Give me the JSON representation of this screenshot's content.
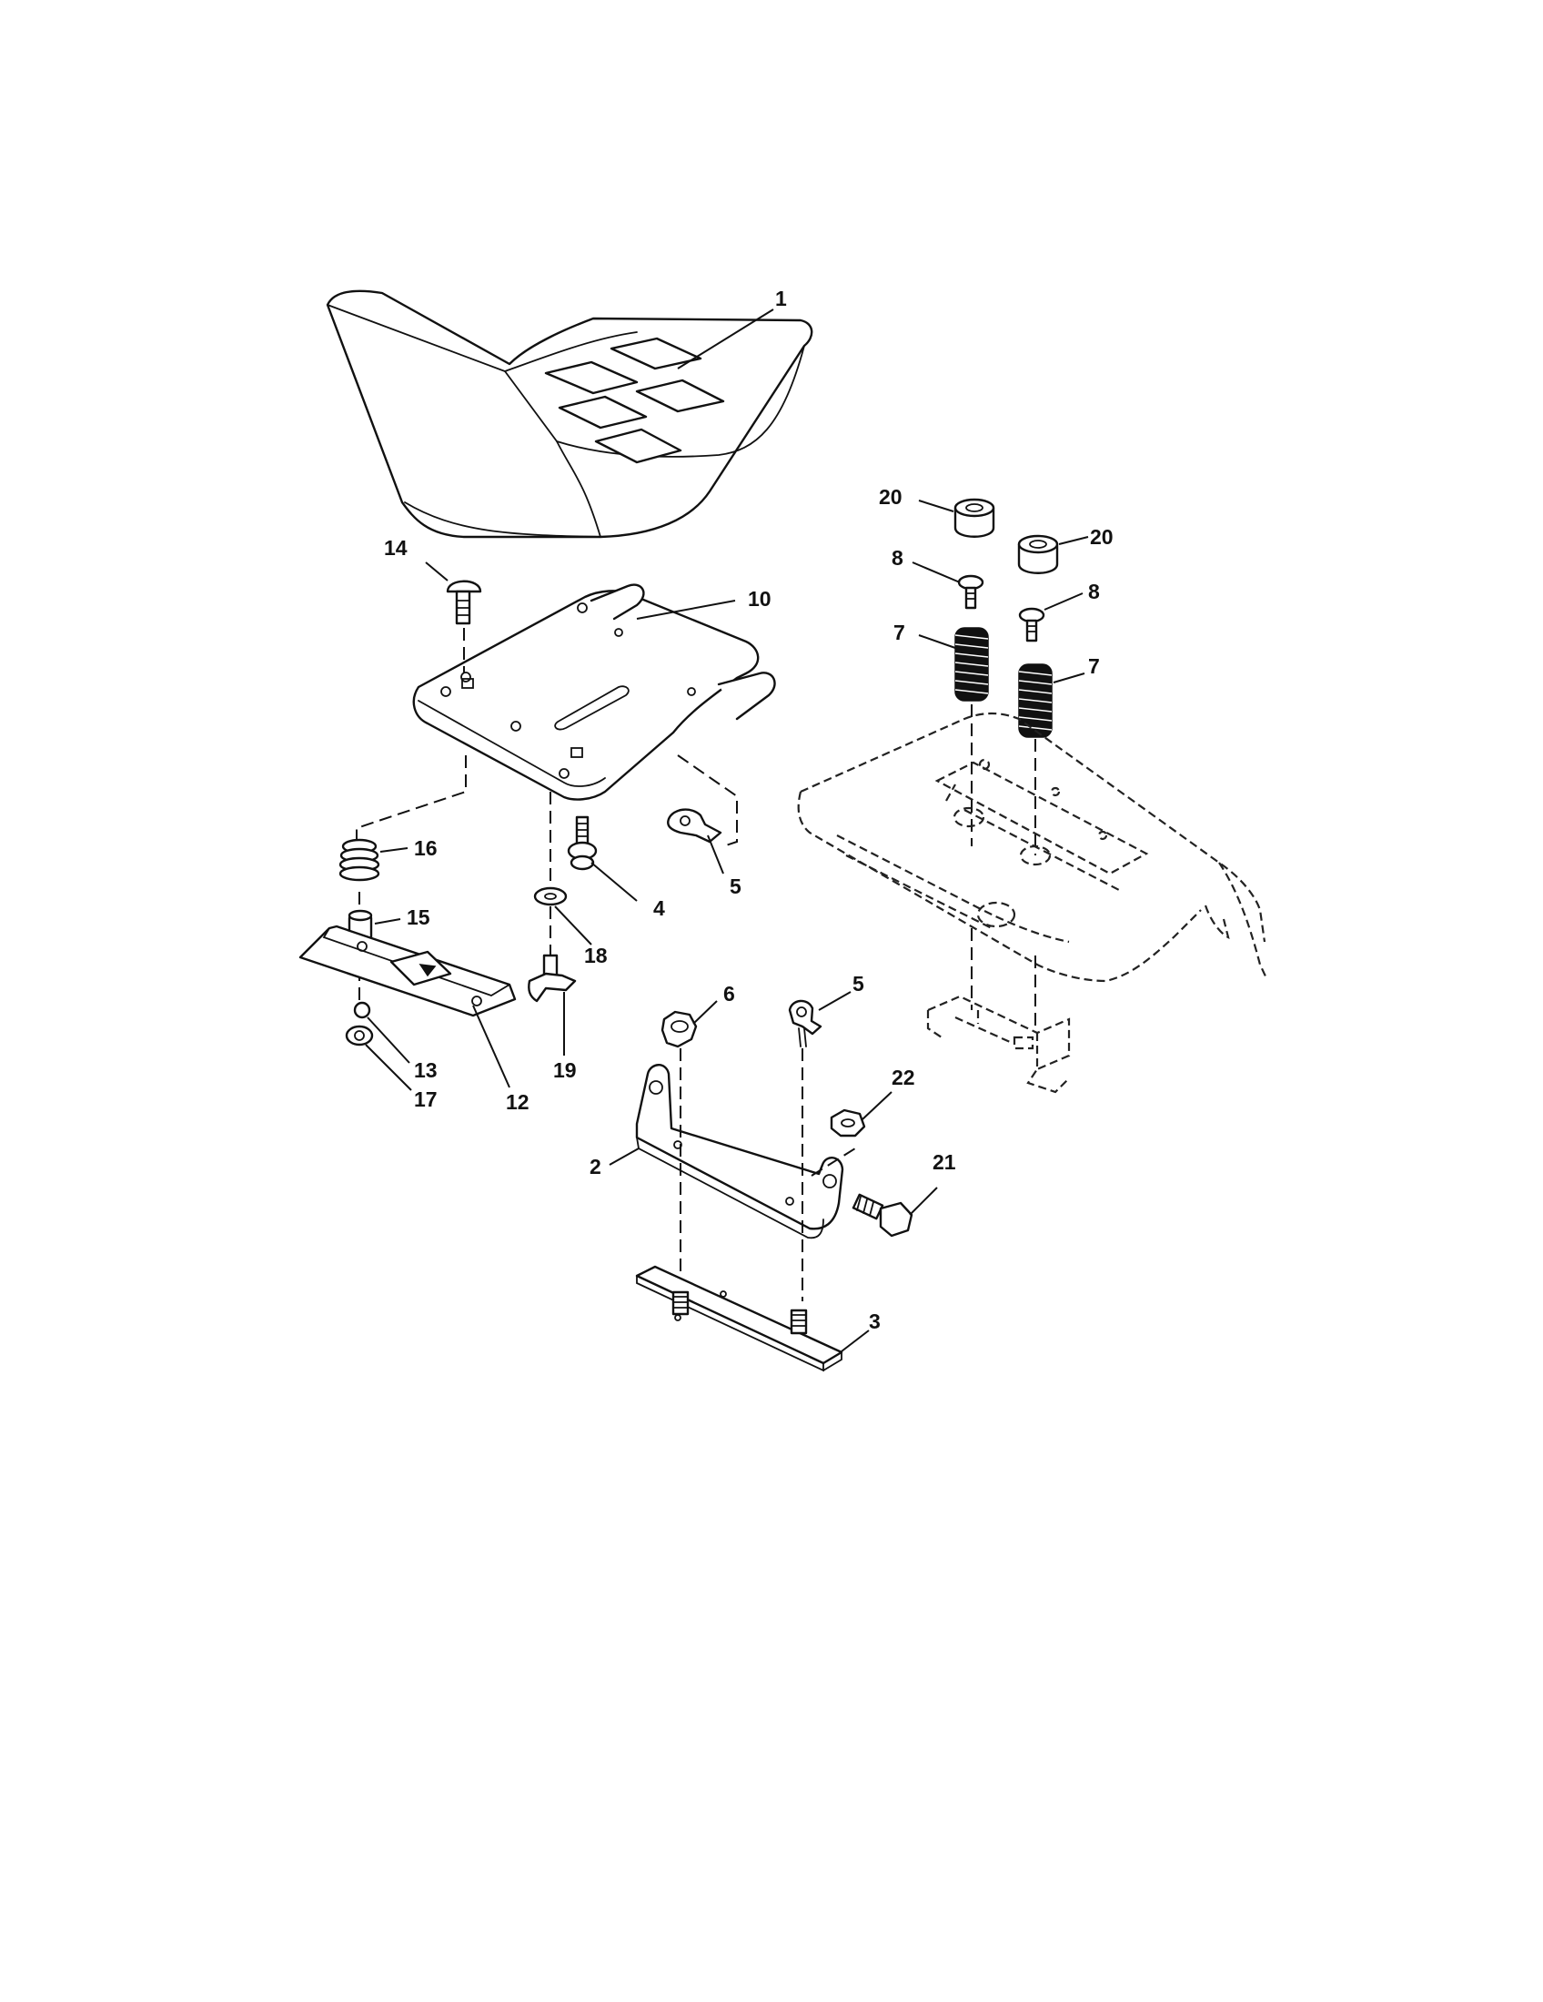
{
  "callouts": {
    "c1": "1",
    "c2": "2",
    "c3": "3",
    "c4": "4",
    "c5a": "5",
    "c5b": "5",
    "c6": "6",
    "c7a": "7",
    "c7b": "7",
    "c8a": "8",
    "c8b": "8",
    "c10": "10",
    "c12": "12",
    "c13": "13",
    "c14": "14",
    "c15": "15",
    "c16": "16",
    "c17": "17",
    "c18": "18",
    "c19": "19",
    "c20a": "20",
    "c20b": "20",
    "c21": "21",
    "c22": "22"
  },
  "colors": {
    "line": "#111111",
    "background": "#ffffff"
  }
}
